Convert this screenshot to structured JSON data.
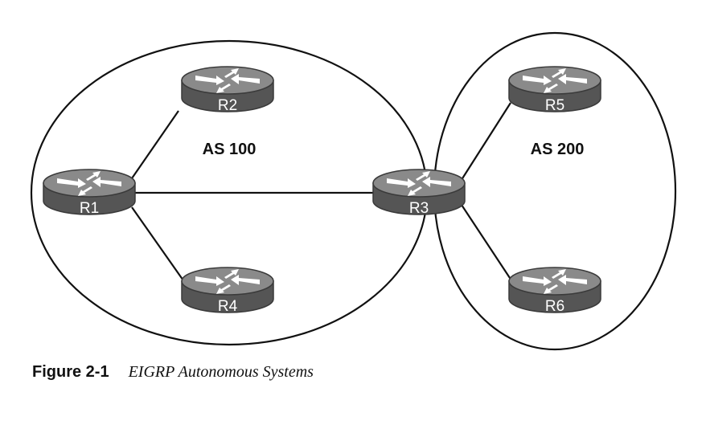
{
  "diagram": {
    "autonomous_systems": [
      {
        "id": "as100",
        "label": "AS 100"
      },
      {
        "id": "as200",
        "label": "AS 200"
      }
    ],
    "routers": [
      {
        "id": "r1",
        "label": "R1"
      },
      {
        "id": "r2",
        "label": "R2"
      },
      {
        "id": "r3",
        "label": "R3"
      },
      {
        "id": "r4",
        "label": "R4"
      },
      {
        "id": "r5",
        "label": "R5"
      },
      {
        "id": "r6",
        "label": "R6"
      }
    ],
    "links": [
      [
        "R1",
        "R2"
      ],
      [
        "R1",
        "R3"
      ],
      [
        "R1",
        "R4"
      ],
      [
        "R3",
        "R5"
      ],
      [
        "R3",
        "R6"
      ]
    ],
    "colors": {
      "router_top": "#8a8a8a",
      "router_side": "#555555",
      "router_edge": "#3a3a3a",
      "line": "#111111"
    }
  },
  "caption": {
    "number": "Figure 2-1",
    "title": "EIGRP Autonomous Systems"
  }
}
